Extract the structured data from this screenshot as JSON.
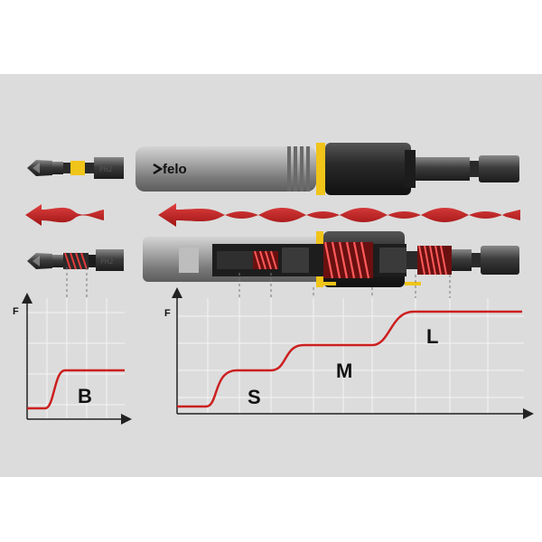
{
  "brand": {
    "text": "felo"
  },
  "bit_print": {
    "top": "PH2",
    "bottom": "PH2"
  },
  "axes": {
    "ylabel_left": "F",
    "ylabel_right": "F"
  },
  "zones": {
    "b": "B",
    "s": "S",
    "m": "M",
    "l": "L"
  },
  "colors": {
    "background": "#dcdcdc",
    "grid": "#f5f5f5",
    "curve": "#cc1f1f",
    "accent_yellow": "#f0c419",
    "holder_gray": "#9c9c9c",
    "bit_black": "#2b2b2b"
  },
  "icons": {
    "arrow_small": "red-twist-arrow-left",
    "arrow_large": "red-twist-arrow-left",
    "spring": "red-coil-spring"
  }
}
